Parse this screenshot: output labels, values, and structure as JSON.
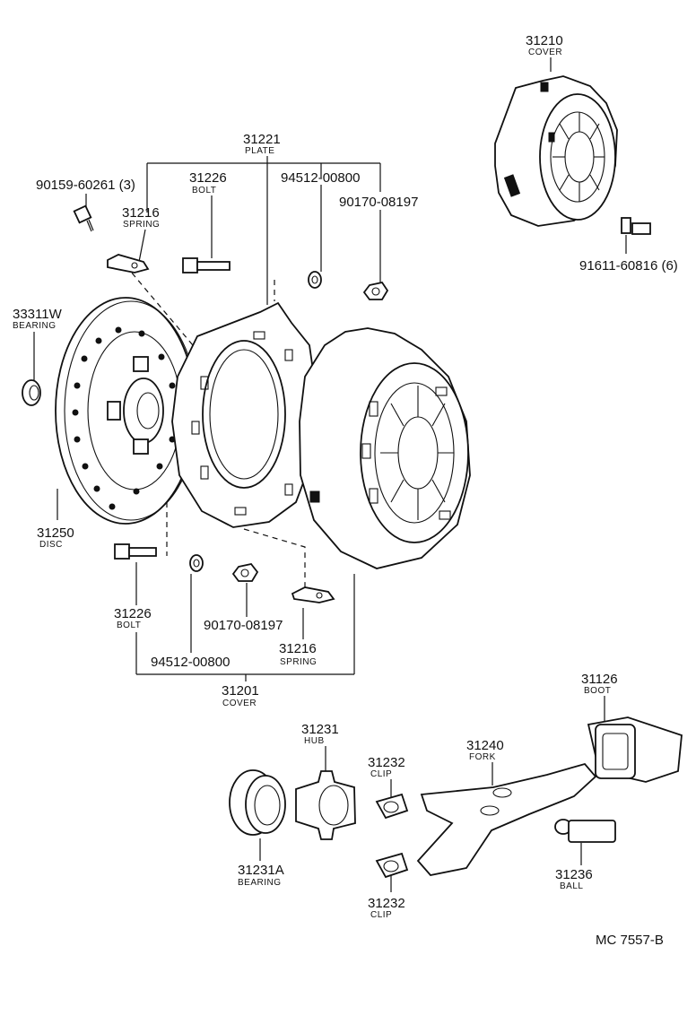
{
  "labels": {
    "cover_top": {
      "number": "31210",
      "desc": "COVER"
    },
    "plate": {
      "number": "31221",
      "desc": "PLATE"
    },
    "bolt_top": {
      "number": "31226",
      "desc": "BOLT"
    },
    "screw_top": {
      "number": "90159-60261 (3)"
    },
    "washer_top": {
      "number": "94512-00800"
    },
    "nut_top": {
      "number": "90170-08197"
    },
    "spring_top": {
      "number": "31216",
      "desc": "SPRING"
    },
    "bearing_pilot": {
      "number": "33311W",
      "desc": "BEARING"
    },
    "bolt_cover": {
      "number": "91611-60816 (6)"
    },
    "disc": {
      "number": "31250",
      "desc": "DISC"
    },
    "bolt_bottom": {
      "number": "31226",
      "desc": "BOLT"
    },
    "nut_bottom": {
      "number": "90170-08197"
    },
    "spring_bottom": {
      "number": "31216",
      "desc": "SPRING"
    },
    "washer_bottom": {
      "number": "94512-00800"
    },
    "cover_bottom": {
      "number": "31201",
      "desc": "COVER"
    },
    "hub": {
      "number": "31231",
      "desc": "HUB"
    },
    "clip_top": {
      "number": "31232",
      "desc": "CLIP"
    },
    "fork": {
      "number": "31240",
      "desc": "FORK"
    },
    "boot": {
      "number": "31126",
      "desc": "BOOT"
    },
    "release_bearing": {
      "number": "31231A",
      "desc": "BEARING"
    },
    "ball": {
      "number": "31236",
      "desc": "BALL"
    },
    "clip_bottom": {
      "number": "31232",
      "desc": "CLIP"
    },
    "figure_code": "MC  7557-B"
  }
}
